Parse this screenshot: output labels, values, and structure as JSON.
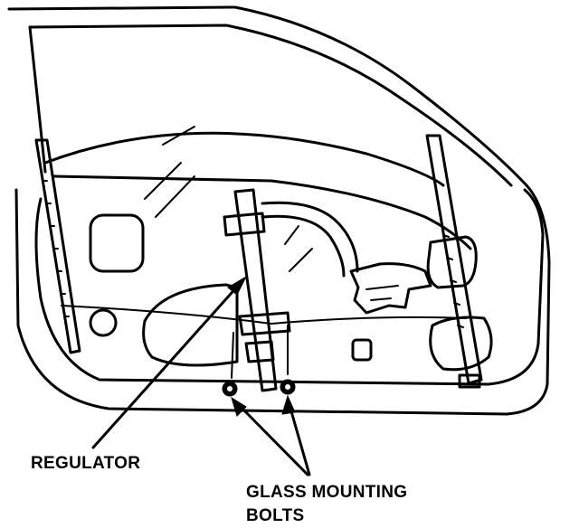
{
  "labels": {
    "regulator": "REGULATOR",
    "glass_mounting_line1": "GLASS MOUNTING",
    "glass_mounting_line2": "BOLTS"
  }
}
